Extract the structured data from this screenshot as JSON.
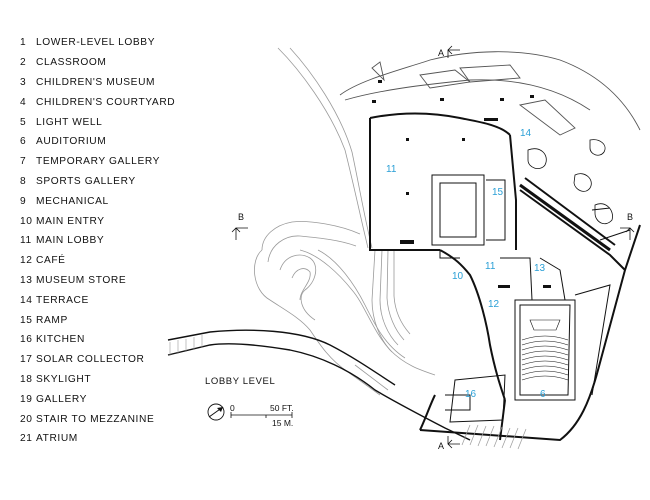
{
  "legend": [
    {
      "num": "1",
      "label": "LOWER-LEVEL LOBBY"
    },
    {
      "num": "2",
      "label": "CLASSROOM"
    },
    {
      "num": "3",
      "label": "CHILDREN'S MUSEUM"
    },
    {
      "num": "4",
      "label": "CHILDREN'S COURTYARD"
    },
    {
      "num": "5",
      "label": "LIGHT WELL"
    },
    {
      "num": "6",
      "label": "AUDITORIUM"
    },
    {
      "num": "7",
      "label": "TEMPORARY GALLERY"
    },
    {
      "num": "8",
      "label": "SPORTS GALLERY"
    },
    {
      "num": "9",
      "label": "MECHANICAL"
    },
    {
      "num": "10",
      "label": "MAIN ENTRY"
    },
    {
      "num": "11",
      "label": "MAIN LOBBY"
    },
    {
      "num": "12",
      "label": "CAFÉ"
    },
    {
      "num": "13",
      "label": "MUSEUM STORE"
    },
    {
      "num": "14",
      "label": "TERRACE"
    },
    {
      "num": "15",
      "label": "RAMP"
    },
    {
      "num": "16",
      "label": "KITCHEN"
    },
    {
      "num": "17",
      "label": "SOLAR COLLECTOR"
    },
    {
      "num": "18",
      "label": "SKYLIGHT"
    },
    {
      "num": "19",
      "label": "GALLERY"
    },
    {
      "num": "20",
      "label": "STAIR TO MEZZANINE"
    },
    {
      "num": "21",
      "label": "ATRIUM"
    }
  ],
  "plan": {
    "level_label": "LOBBY LEVEL",
    "scale_ft": "50 FT.",
    "scale_m": "15 M.",
    "scale_zero": "0",
    "section_a": "A",
    "section_b": "B",
    "rooms": {
      "r11a": "11",
      "r11b": "11",
      "r15": "15",
      "r14": "14",
      "r10": "10",
      "r12": "12",
      "r13": "13",
      "r16": "16",
      "r6": "6"
    }
  },
  "colors": {
    "room_number": "#2a9fd6",
    "line": "#111111",
    "grey_line": "#9a9a9a"
  }
}
